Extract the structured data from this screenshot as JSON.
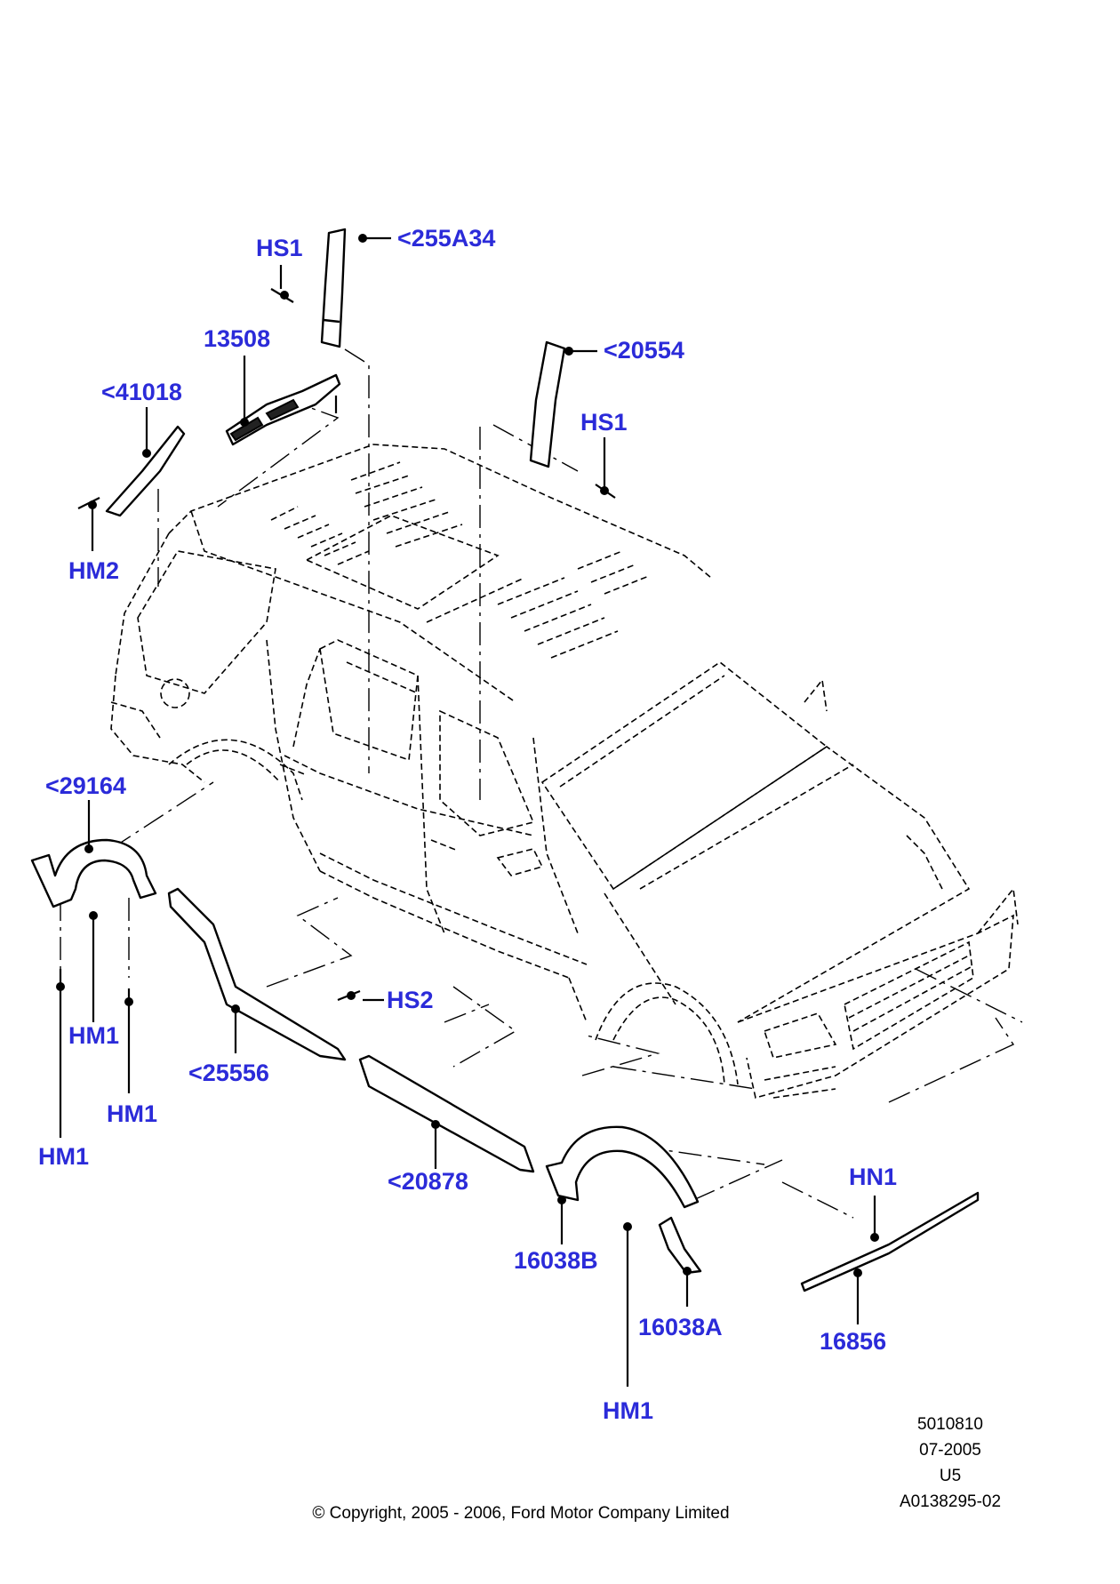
{
  "callouts": [
    {
      "id": "c255A34",
      "text": "<255A34"
    },
    {
      "id": "cHS1a",
      "text": "HS1"
    },
    {
      "id": "c13508",
      "text": "13508"
    },
    {
      "id": "c20554",
      "text": "<20554"
    },
    {
      "id": "c41018",
      "text": "<41018"
    },
    {
      "id": "cHS1b",
      "text": "HS1"
    },
    {
      "id": "cHM2",
      "text": "HM2"
    },
    {
      "id": "c29164",
      "text": "<29164"
    },
    {
      "id": "cHS2",
      "text": "HS2"
    },
    {
      "id": "cHM1a",
      "text": "HM1"
    },
    {
      "id": "c25556",
      "text": "<25556"
    },
    {
      "id": "cHM1b",
      "text": "HM1"
    },
    {
      "id": "cHM1c",
      "text": "HM1"
    },
    {
      "id": "c20878",
      "text": "<20878"
    },
    {
      "id": "cHN1",
      "text": "HN1"
    },
    {
      "id": "c16038B",
      "text": "16038B"
    },
    {
      "id": "c16038A",
      "text": "16038A"
    },
    {
      "id": "c16856",
      "text": "16856"
    },
    {
      "id": "cHM1d",
      "text": "HM1"
    }
  ],
  "reference": {
    "number": "5010810",
    "date": "07-2005",
    "model": "U5",
    "drawing_id": "A0138295-02"
  },
  "copyright": "© Copyright, 2005 - 2006, Ford Motor Company Limited",
  "colors": {
    "callout": "#2b2bd9",
    "lines": "#000000"
  }
}
